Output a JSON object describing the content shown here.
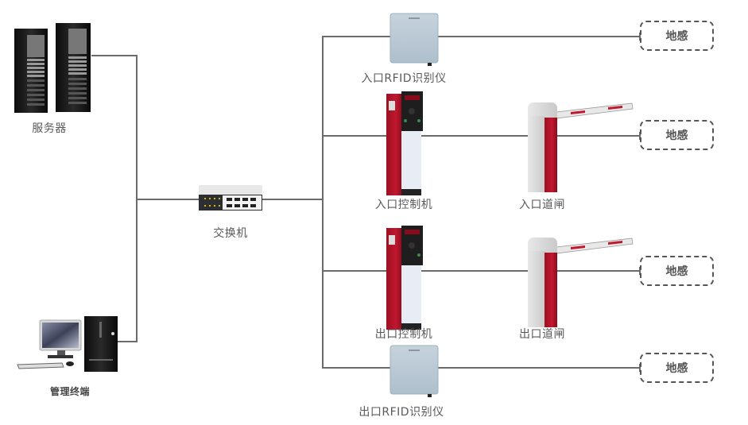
{
  "diagram": {
    "title": "",
    "nodes": {
      "server": {
        "label": "服务器",
        "icon": "server-rack-icon"
      },
      "terminal": {
        "label": "管理终端",
        "icon": "desktop-computer-icon"
      },
      "switch": {
        "label": "交换机",
        "icon": "network-switch-icon"
      },
      "entry_rfid": {
        "label": "入口RFID识别仪",
        "icon": "rfid-reader-icon"
      },
      "entry_controller": {
        "label": "入口控制机",
        "icon": "parking-controller-icon"
      },
      "entry_barrier": {
        "label": "入口道闸",
        "icon": "barrier-gate-icon"
      },
      "exit_controller": {
        "label": "出口控制机",
        "icon": "parking-controller-icon"
      },
      "exit_barrier": {
        "label": "出口道闸",
        "icon": "barrier-gate-icon"
      },
      "exit_rfid": {
        "label": "出口RFID识别仪",
        "icon": "rfid-reader-icon"
      },
      "sensors": [
        {
          "label": "地感"
        },
        {
          "label": "地感"
        },
        {
          "label": "地感"
        },
        {
          "label": "地感"
        }
      ]
    },
    "edges": [
      [
        "server",
        "switch"
      ],
      [
        "terminal",
        "switch"
      ],
      [
        "switch",
        "entry_rfid"
      ],
      [
        "entry_rfid",
        "sensor_1"
      ],
      [
        "switch",
        "entry_controller"
      ],
      [
        "entry_controller",
        "entry_barrier"
      ],
      [
        "entry_barrier",
        "sensor_2"
      ],
      [
        "switch",
        "exit_controller"
      ],
      [
        "exit_controller",
        "exit_barrier"
      ],
      [
        "exit_barrier",
        "sensor_3"
      ],
      [
        "switch",
        "exit_rfid"
      ],
      [
        "exit_rfid",
        "sensor_4"
      ]
    ],
    "colors": {
      "line": "#6b6b6b",
      "sensor_border": "#555555",
      "device_red": "#b3142a",
      "rfid_panel": "#b9c8d4"
    }
  }
}
